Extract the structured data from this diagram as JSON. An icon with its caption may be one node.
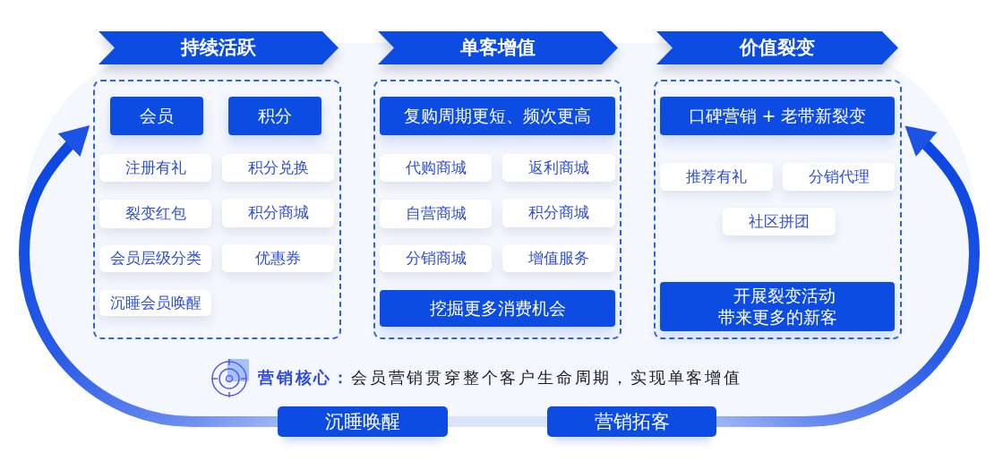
{
  "diagram": {
    "nodes": [
      {
        "text": [
          "持续活跃"
        ]
      },
      {
        "text": [
          "会员"
        ],
        "in": 0
      },
      {
        "text": [
          "积分"
        ],
        "in": 0
      },
      {
        "text": [
          "注册有礼"
        ],
        "in": 0
      },
      {
        "text": [
          "积分兑换"
        ],
        "in": 0
      },
      {
        "text": [
          "裂变红包"
        ],
        "in": 0
      },
      {
        "text": [
          "积分商城"
        ],
        "in": 0
      },
      {
        "text": [
          "会员层级分类"
        ],
        "in": 0
      },
      {
        "text": [
          "优惠券"
        ],
        "in": 0
      },
      {
        "text": [
          "沉睡会员唤醒"
        ],
        "in": 0
      },
      {
        "text": [
          "单客增值"
        ]
      },
      {
        "text": [
          "复购周期更短、频次更高"
        ],
        "in": 10
      },
      {
        "text": [
          "代购商城"
        ],
        "in": 10
      },
      {
        "text": [
          "返利商城"
        ],
        "in": 10
      },
      {
        "text": [
          "自营商城"
        ],
        "in": 10
      },
      {
        "text": [
          "积分商城"
        ],
        "in": 10
      },
      {
        "text": [
          "分销商城"
        ],
        "in": 10
      },
      {
        "text": [
          "增值服务"
        ],
        "in": 10
      },
      {
        "text": [
          "挖掘更多消费机会"
        ],
        "in": 10
      },
      {
        "text": [
          "价值裂变"
        ]
      },
      {
        "text": [
          "口碑营销 + 老带新裂变"
        ],
        "in": 19
      },
      {
        "text": [
          "推荐有礼"
        ],
        "in": 19
      },
      {
        "text": [
          "分销代理"
        ],
        "in": 19
      },
      {
        "text": [
          "社区拼团"
        ],
        "in": 19
      },
      {
        "text": [
          "开展裂变活动带来更多的新客"
        ],
        "in": 19
      },
      {
        "text": [
          "沉睡唤醒"
        ]
      },
      {
        "text": [
          "营销拓客"
        ]
      }
    ],
    "edges": [
      {
        "from": 25,
        "to": 0,
        "arrow": "to"
      },
      {
        "from": 26,
        "to": 19,
        "arrow": "to"
      },
      {
        "from": 25,
        "to": 26,
        "arrow": "none",
        "color": "#dbe4fb"
      }
    ],
    "labels": [
      "**营销核心：**会员营销贯穿整个客户生命周期，实现单客增值"
    ]
  }
}
